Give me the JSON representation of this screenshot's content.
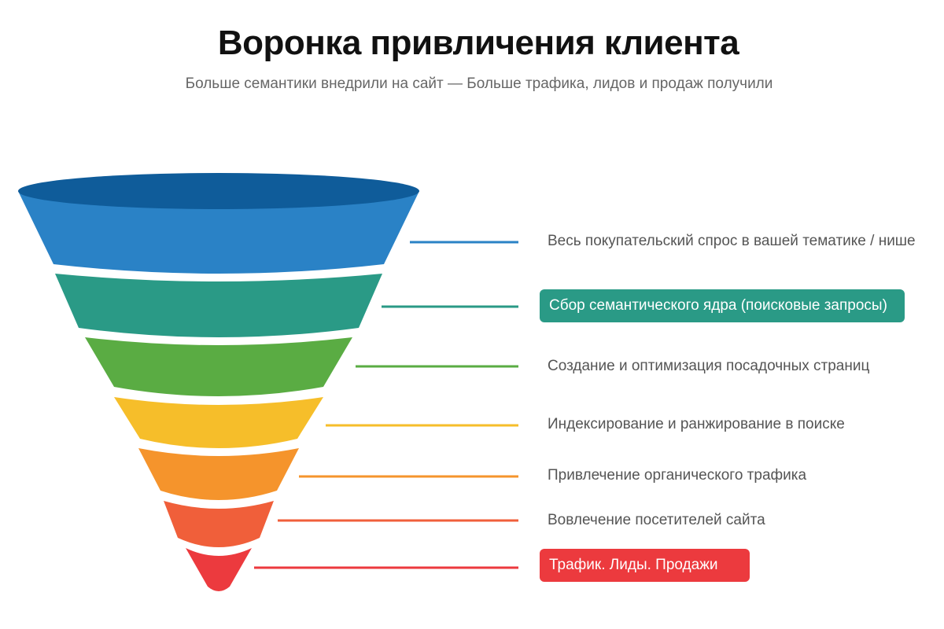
{
  "title": "Воронка привличения клиента",
  "subtitle": "Больше семантики внедрили на сайт — Больше трафика, лидов и продаж получили",
  "stages": [
    {
      "label": "Весь покупательский спрос в вашей тематике / нише",
      "color": "#2a82c6",
      "top_color": "#0f5c9a",
      "highlighted": false
    },
    {
      "label": "Сбор семантического ядра (поисковые запросы)",
      "color": "#2a9a86",
      "highlighted": true
    },
    {
      "label": "Создание и оптимизация посадочных страниц",
      "color": "#5aac43",
      "highlighted": false
    },
    {
      "label": "Индексирование и ранжирование в поиске",
      "color": "#f6be2a",
      "highlighted": false
    },
    {
      "label": "Привлечение органического трафика",
      "color": "#f5942c",
      "highlighted": false
    },
    {
      "label": "Вовлечение посетителей сайта",
      "color": "#f05f3a",
      "highlighted": false
    },
    {
      "label": "Трафик. Лиды. Продажи",
      "color": "#ec3a3e",
      "highlighted": true
    }
  ]
}
